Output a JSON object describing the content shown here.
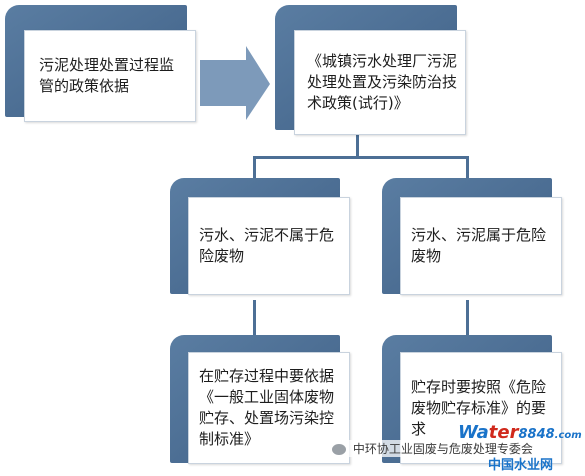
{
  "boxes": {
    "basis": "污泥处理处置过程监管的政策依据",
    "policy": "《城镇污水处理厂污泥处理处置及污染防治技术政策(试行)》",
    "not_hazardous": "污水、污泥不属于危险废物",
    "hazardous": "污水、污泥属于危险废物",
    "storage_general": "在贮存过程中要依据《一般工业固体废物贮存、处置场污染控制标准》",
    "storage_hazardous": "贮存时要按照《危险废物贮存标准》的要求"
  },
  "watermark": {
    "text": "中环协工业固废与危废处理专委会",
    "brand_left": "Wa",
    "brand_mid": "ter",
    "brand_right": "8848",
    "brand_suffix": ".com",
    "brand_sub": "中国水业网"
  },
  "colors": {
    "card": "#4d6f95",
    "arrow": "#6f8fb2",
    "brand_blue": "#1a73c9",
    "brand_red": "#d0291c"
  }
}
